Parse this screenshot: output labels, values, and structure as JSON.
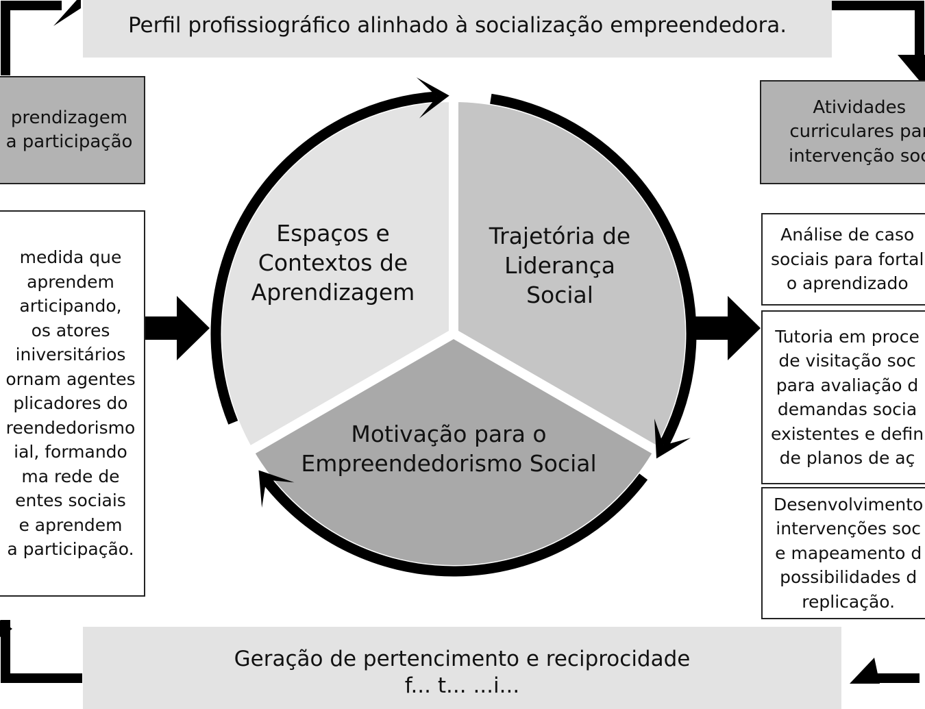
{
  "top_banner": {
    "text": "Perfil profissiográfico alinhado à socialização empreendedora."
  },
  "bottom_banner": {
    "text": "Geração de pertencimento e reciprocidade\nf... t... ...i..."
  },
  "left_header": {
    "text": "prendizagem\na participação"
  },
  "left_body": {
    "text": "medida que\naprendem\narticipando,\nos atores\niniversitários\nornam agentes\nplicadores do\nreendedorismo\nial, formando\nma rede de\nentes sociais\ne aprendem\na participação."
  },
  "right_header": {
    "text": "Atividades\ncurriculares par\nintervenção soc"
  },
  "right_boxes": [
    {
      "text": "Análise de caso\nsociais para fortal\no aprendizado"
    },
    {
      "text": "Tutoria em proce\nde visitação soc\npara avaliação d\ndemandas socia\nexistentes e defin\nde planos de aç"
    },
    {
      "text": "Desenvolvimento\nintervenções soc\ne mapeamento d\npossibilidades d\nreplicação."
    }
  ],
  "cycle": {
    "segments": [
      {
        "lines": [
          "Espaços e",
          "Contextos de",
          "Aprendizagem"
        ],
        "color": "#e3e3e3"
      },
      {
        "lines": [
          "Trajetória de",
          "Liderança",
          "Social"
        ],
        "color": "#c5c5c5"
      },
      {
        "lines": [
          "Motivação para o",
          "Empreendedorismo Social"
        ],
        "color": "#a9a9a9"
      }
    ],
    "arc_color": "#000000"
  }
}
